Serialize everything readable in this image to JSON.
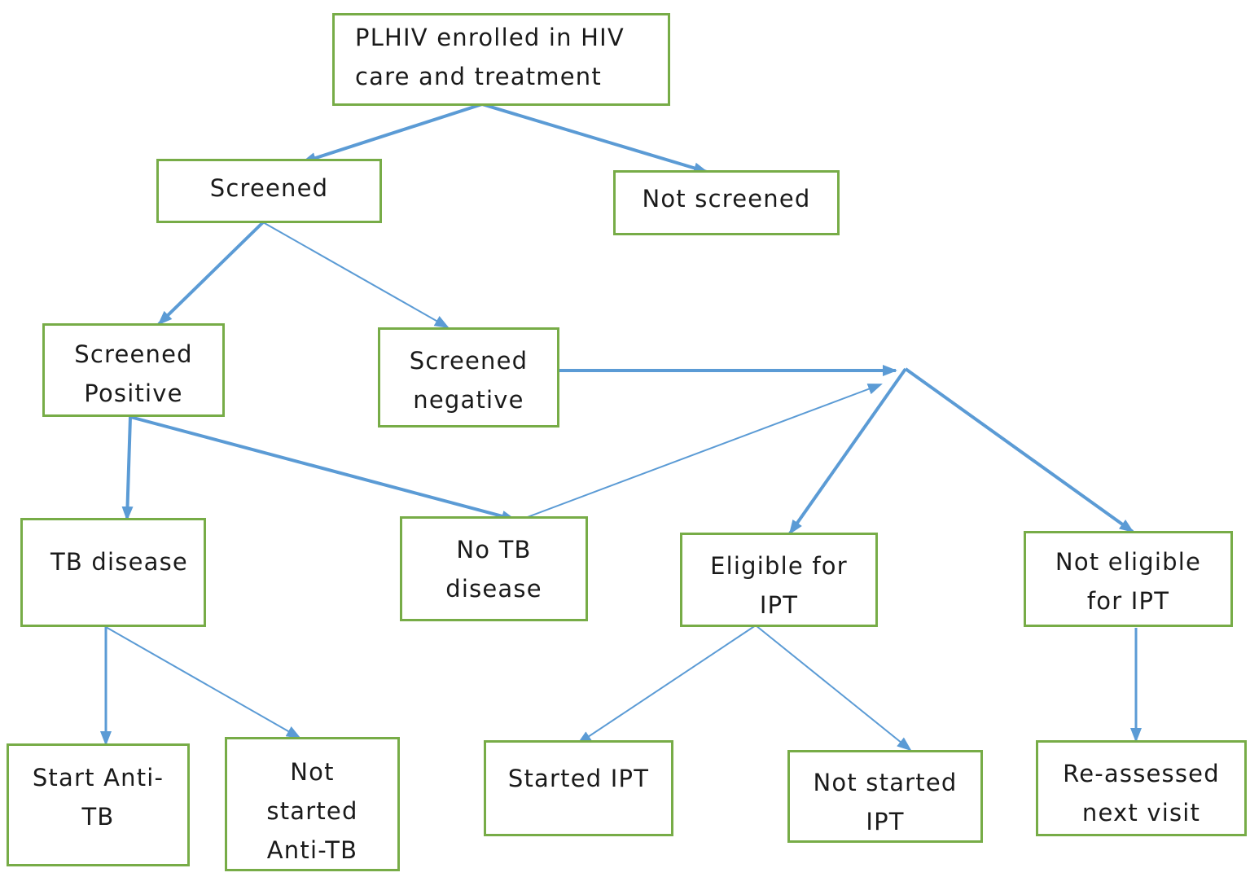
{
  "flowchart": {
    "nodes": {
      "enrolled": "PLHIV enrolled in HIV\ncare and treatment",
      "screened": "Screened",
      "not_screened": "Not screened",
      "screened_positive": "Screened\nPositive",
      "screened_negative": "Screened\nnegative",
      "tb_disease": "TB disease",
      "no_tb_disease": "No TB\ndisease",
      "eligible_ipt": "Eligible for\nIPT",
      "not_eligible_ipt": "Not eligible\nfor IPT",
      "start_anti_tb": "Start Anti-\nTB",
      "not_started_anti_tb": "Not\nstarted\nAnti-TB",
      "started_ipt": "Started IPT",
      "not_started_ipt": "Not started\nIPT",
      "reassessed": "Re-assessed\nnext visit"
    },
    "colors": {
      "box_border": "#77ac47",
      "arrow": "#5b9bd5",
      "text": "#1a1a1a"
    }
  }
}
